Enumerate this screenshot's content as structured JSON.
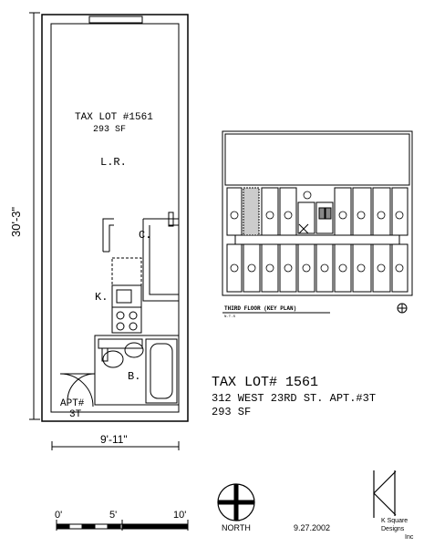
{
  "unit": {
    "lot_label": "TAX LOT #1561",
    "area_label": "293 SF",
    "living_room": "L.R.",
    "closet": "C.",
    "kitchen": "K.",
    "bath": "B.",
    "apt_line1": "APT#",
    "apt_line2": "3T",
    "dim_height": "30'-3\"",
    "dim_width": "9'-11\""
  },
  "key_plan": {
    "title": "THIRD FLOOR (KEY PLAN)",
    "scale_note": "N.T.S"
  },
  "info": {
    "lot": "TAX LOT# 1561",
    "address": "312 WEST 23RD ST. APT.#3T",
    "area": "293 SF"
  },
  "scale_bar": {
    "labels": [
      "0'",
      "5'",
      "10'"
    ]
  },
  "north_label": "NORTH",
  "date": "9.27.2002",
  "company": {
    "line1": "K Square",
    "line2": "Designs",
    "line3": "Inc"
  }
}
